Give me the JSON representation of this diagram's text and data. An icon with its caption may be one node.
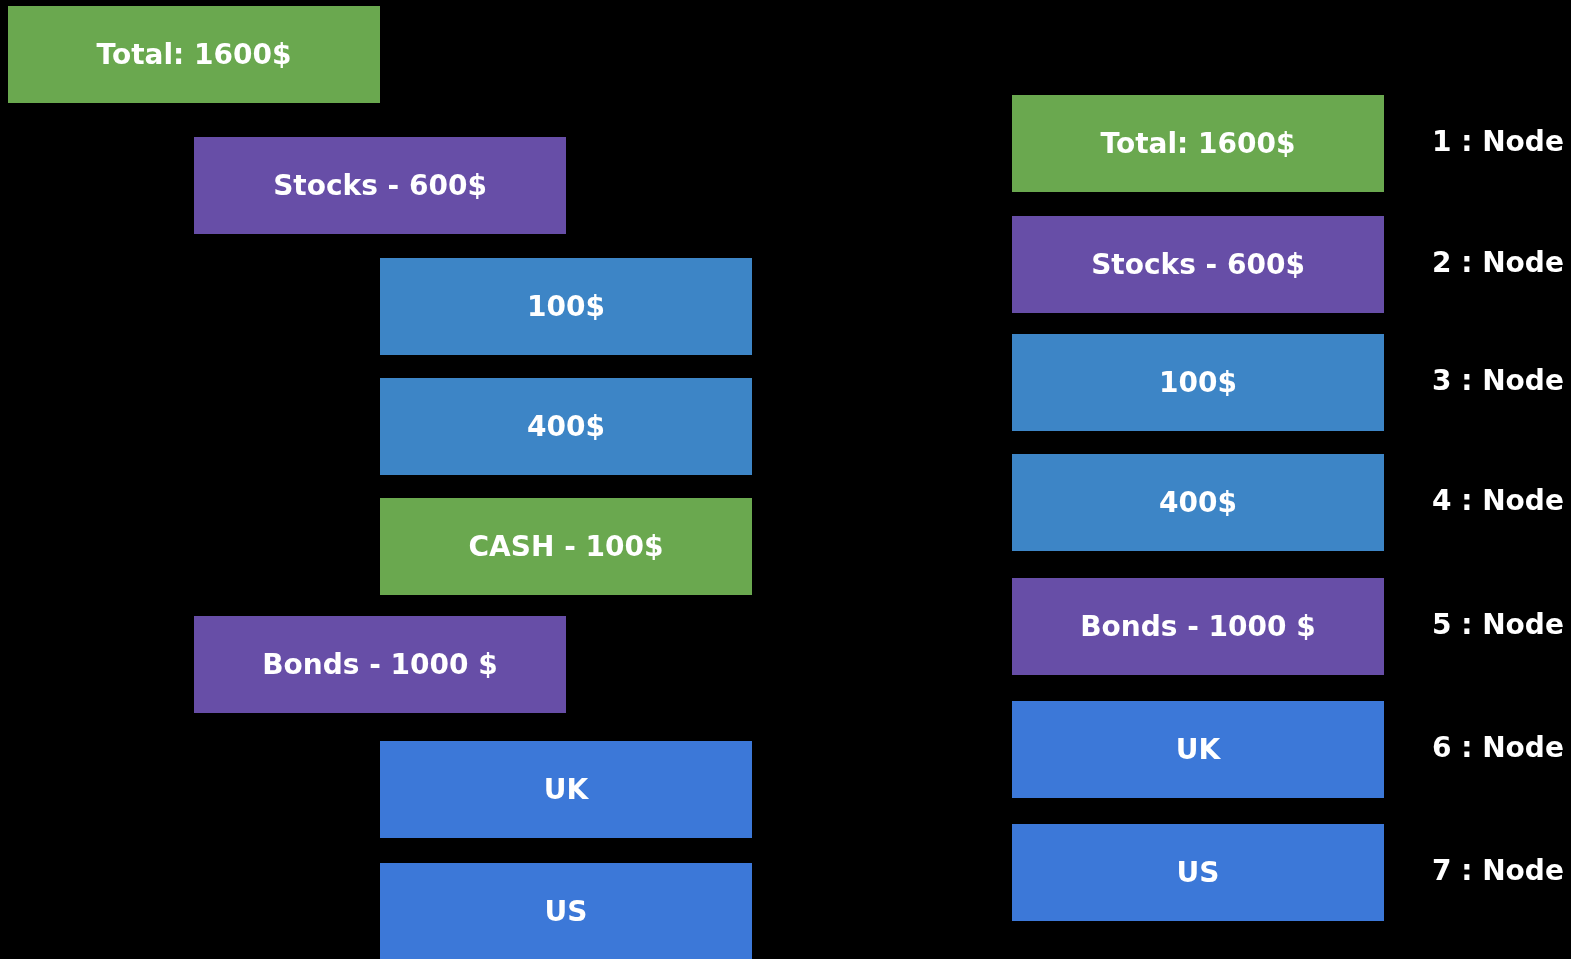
{
  "diagram": {
    "nodes": [
      {
        "text": [
          "Total: 1600$"
        ]
      },
      {
        "text": [
          "Stocks - 600$"
        ]
      },
      {
        "text": [
          "100$"
        ]
      },
      {
        "text": [
          "400$"
        ]
      },
      {
        "text": [
          "CASH - 100$"
        ]
      },
      {
        "text": [
          "Bonds - 1000 $"
        ]
      },
      {
        "text": [
          "UK"
        ]
      },
      {
        "text": [
          "US"
        ]
      },
      {
        "text": [
          "Total: 1600$"
        ],
        "beside": [
          "1 : Node"
        ]
      },
      {
        "text": [
          "Stocks - 600$"
        ],
        "beside": [
          "2 : Node"
        ]
      },
      {
        "text": [
          "100$"
        ],
        "beside": [
          "3 : Node"
        ]
      },
      {
        "text": [
          "400$"
        ],
        "beside": [
          "4 : Node"
        ]
      },
      {
        "text": [
          "Bonds - 1000 $"
        ],
        "beside": [
          "5 : Node"
        ]
      },
      {
        "text": [
          "UK"
        ],
        "beside": [
          "6 : Node"
        ]
      },
      {
        "text": [
          "US"
        ],
        "beside": [
          "7 : Node"
        ]
      }
    ]
  }
}
